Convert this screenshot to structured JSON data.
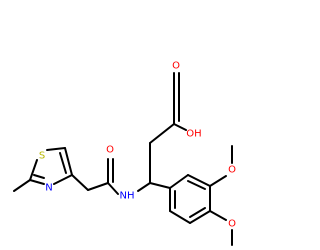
{
  "colors": {
    "bond": "#000000",
    "carbon_text": "#000000",
    "oxygen": "#ff0000",
    "nitrogen": "#0000ff",
    "sulfur": "#b8b800"
  },
  "labels": {
    "S": "S",
    "N_ring": "N",
    "NH": "NH",
    "O_amide": "O",
    "O_acid": "O",
    "OH": "OH",
    "O_methoxy_upper": "O",
    "O_methoxy_lower": "O"
  }
}
